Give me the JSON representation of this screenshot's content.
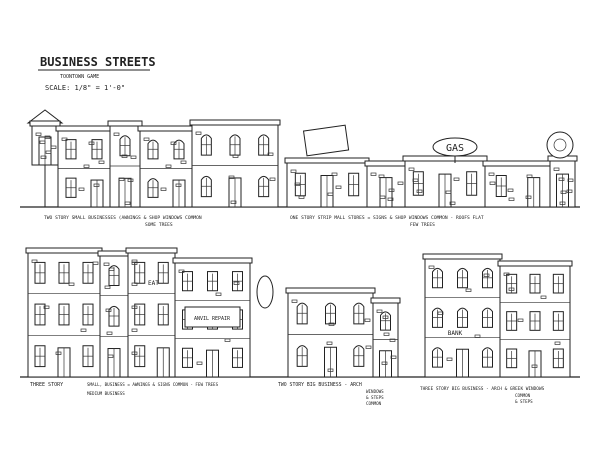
{
  "header": {
    "title": "BUSINESS STREETS",
    "subtitle": "TOONTOWN GAME",
    "scale": "SCALE: 1/8\" = 1'-0\""
  },
  "signs": {
    "gas": "GAS",
    "eat": "EAT",
    "repair": "ANVIL REPAIR",
    "bank": "BANK"
  },
  "captions": {
    "two_story_small": "TWO STORY  SMALL BUSINESSES (AWNINGS & SHOP WINDOWS COMMON",
    "two_story_small_2": "SOME TREES",
    "one_story_strip": "ONE STORY  STRIP MALL STORES = SIGNS & SHOP WINDOWS COMMON - ROOFS FLAT",
    "one_story_strip_2": "FEW TREES",
    "three_story": "THREE STORY",
    "three_story_small": "SMALL, BUSINESS = AWNINGS & SIGNS COMMON - FEW TREES",
    "three_story_small_2": "MEDIUM BUSINESS",
    "two_story_big": "TWO STORY  BIG BUSINESS - ARCH",
    "two_story_big_2": "WINDOWS",
    "two_story_big_3": "& STEPS",
    "two_story_big_4": "COMMON",
    "three_story_big": "THREE STORY  BIG BUSINESS - ARCH & GREEK WINDOWS",
    "three_story_big_2": "COMMON",
    "three_story_big_3": "& STEPS"
  },
  "colors": {
    "ink": "#222222",
    "paper": "#ffffff"
  }
}
